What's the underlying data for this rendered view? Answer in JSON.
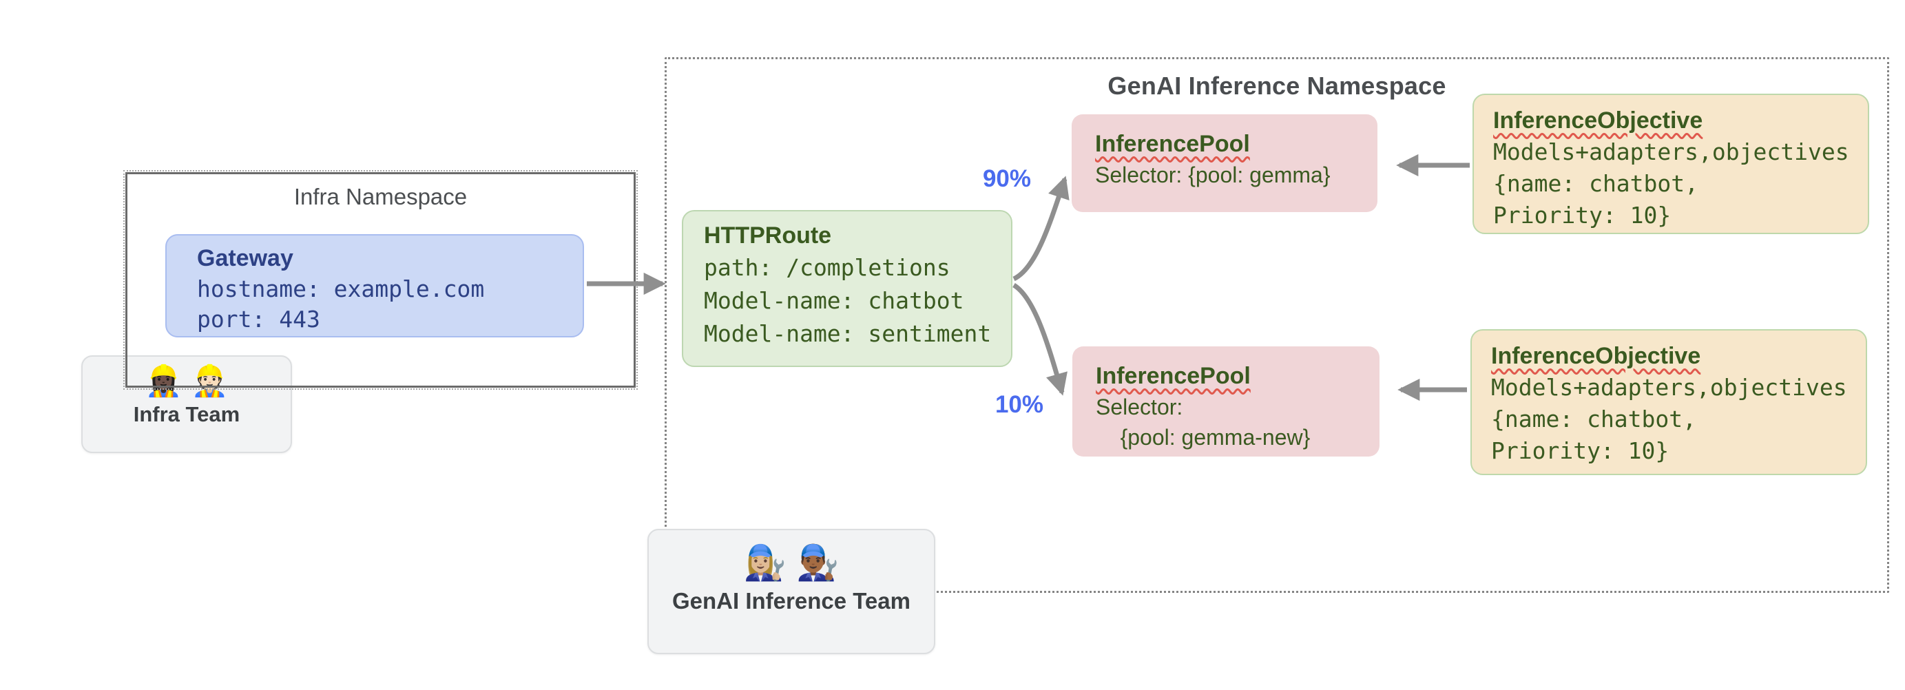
{
  "infra_namespace": {
    "title": "Infra Namespace"
  },
  "gateway": {
    "title": "Gateway",
    "lines": [
      "hostname: example.com",
      "port: 443"
    ]
  },
  "infra_team": {
    "emojis": "👷🏿‍♀️ 👷🏻",
    "label": "Infra Team"
  },
  "genai_namespace": {
    "title": "GenAI Inference Namespace"
  },
  "httproute": {
    "title": "HTTPRoute",
    "lines": [
      "path: /completions",
      "Model-name: chatbot",
      "Model-name: sentiment"
    ]
  },
  "traffic_split": {
    "to_pool_gemma": "90%",
    "to_pool_gemma_new": "10%"
  },
  "pools": [
    {
      "title": "InferencePool",
      "lines": [
        "Selector: {pool: gemma}"
      ]
    },
    {
      "title": "InferencePool",
      "lines": [
        "Selector:",
        "    {pool: gemma-new}"
      ]
    }
  ],
  "objectives": [
    {
      "title": "InferenceObjective",
      "lines": [
        "Models+adapters,objectives",
        "{name: chatbot,",
        "Priority: 10}"
      ]
    },
    {
      "title": "InferenceObjective",
      "lines": [
        "Models+adapters,objectives",
        "{name: chatbot,",
        "Priority: 10}"
      ]
    }
  ],
  "genai_team": {
    "emojis": "👩🏼‍🔧 👨🏾‍🔧",
    "label": "GenAI Inference Team"
  },
  "colors": {
    "gateway_fill": "#ccd9f6",
    "gateway_text": "#2d4185",
    "httproute_fill": "#e2eeda",
    "pool_fill": "#f0d5d7",
    "objective_fill": "#f7e7cb",
    "resource_text_green": "#3a5a20",
    "traffic_label_blue": "#4a6bee",
    "arrow_gray": "#8f8f8f",
    "squiggle_red": "#e0594d"
  }
}
